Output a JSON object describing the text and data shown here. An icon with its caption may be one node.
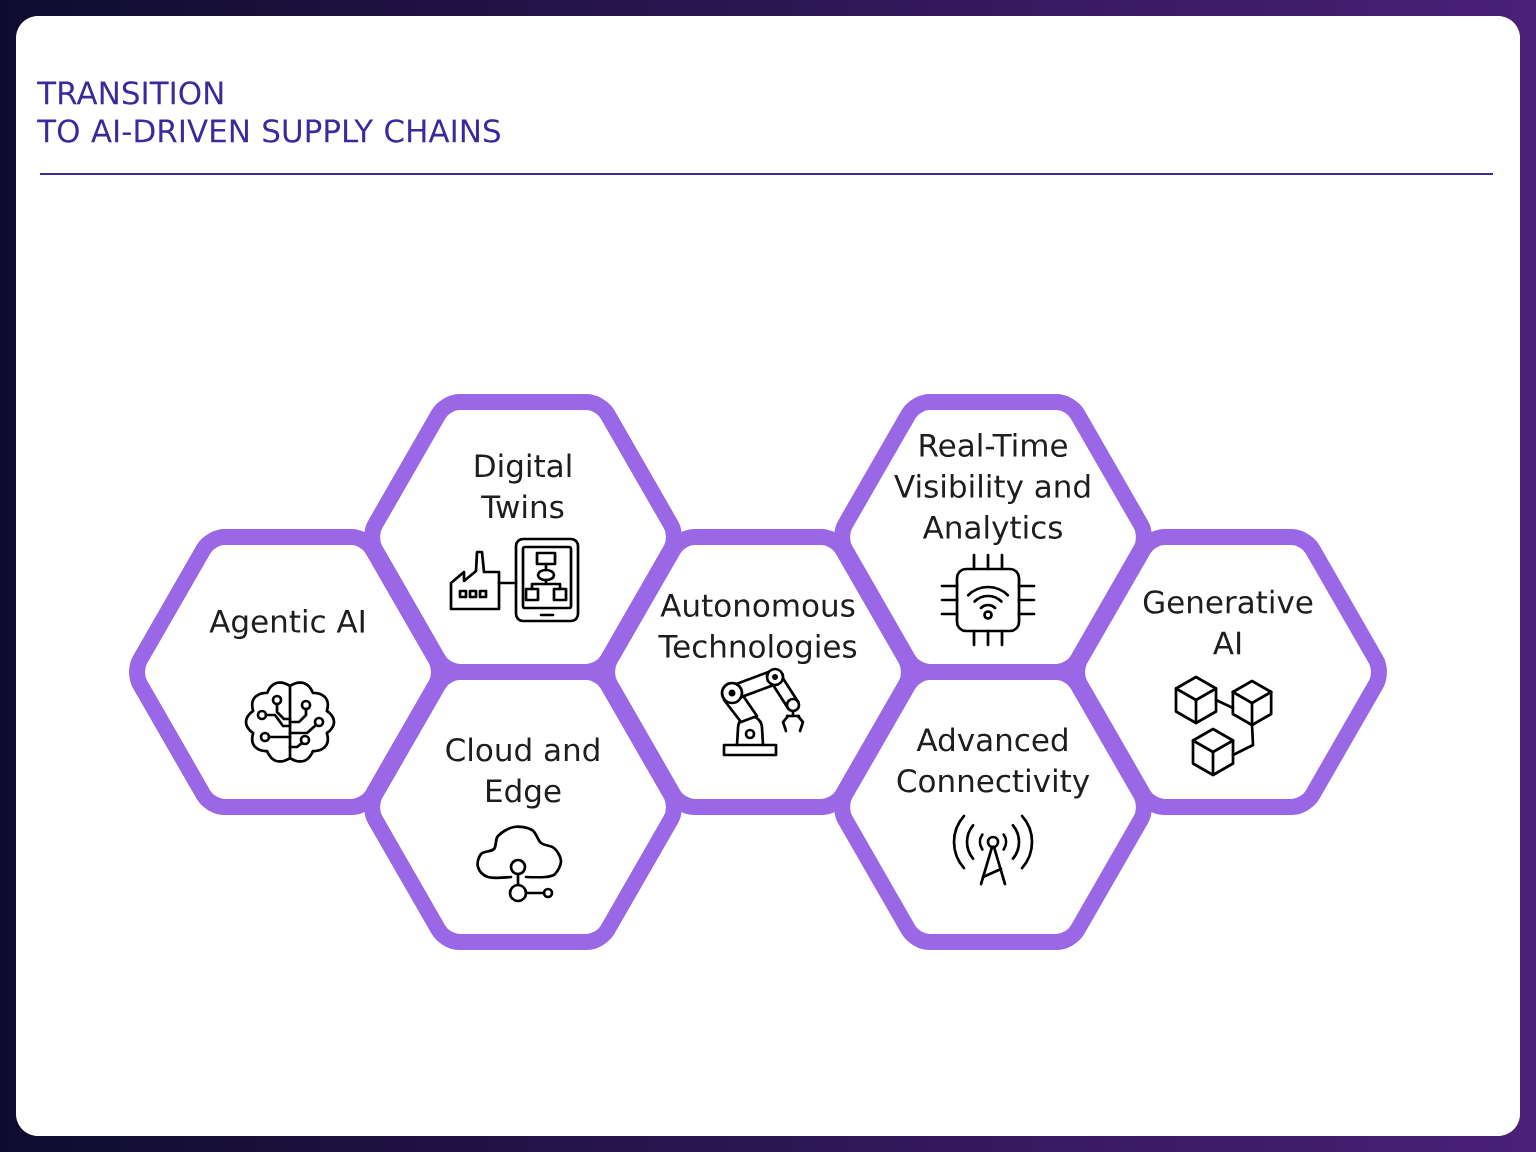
{
  "diagram": {
    "title": "TRANSITION TO AI-DRIVEN SUPPLY CHAINS",
    "nodes": [
      {
        "text": [
          "Agentic AI"
        ]
      },
      {
        "text": [
          "Digital Twins"
        ]
      },
      {
        "text": [
          "Cloud and Edge"
        ]
      },
      {
        "text": [
          "Autonomous Technologies"
        ]
      },
      {
        "text": [
          "Real-Time Visibility and Analytics"
        ]
      },
      {
        "text": [
          "Advanced Connectivity"
        ]
      },
      {
        "text": [
          "Generative AI"
        ]
      }
    ]
  }
}
